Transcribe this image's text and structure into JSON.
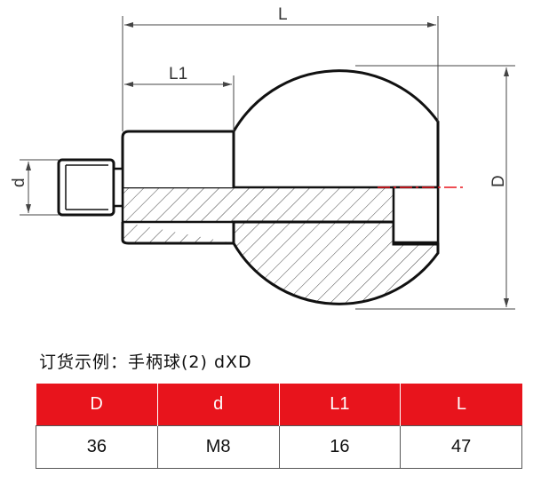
{
  "drawing": {
    "dim_labels": {
      "L": "L",
      "L1": "L1",
      "d": "d",
      "D": "D"
    }
  },
  "caption": "订货示例：手柄球(2) dXD",
  "table": {
    "headers": [
      "D",
      "d",
      "L1",
      "L"
    ],
    "rows": [
      [
        "36",
        "M8",
        "16",
        "47"
      ]
    ]
  },
  "colors": {
    "header_bg": "#e8141c",
    "centerline": "#e8141c",
    "outline": "#111111"
  }
}
